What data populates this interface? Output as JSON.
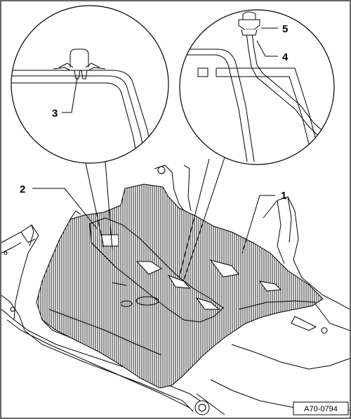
{
  "figure": {
    "id_label": "A70-0794"
  },
  "callouts": [
    {
      "number": "1"
    },
    {
      "number": "2"
    },
    {
      "number": "3"
    },
    {
      "number": "4"
    },
    {
      "number": "5"
    }
  ],
  "icons": {
    "detail_left": "clip-detail-icon",
    "detail_right": "line-retainer-detail-icon",
    "main": "vehicle-floor-insulation-mat-icon"
  },
  "colors": {
    "line": "#000000",
    "background": "#ffffff"
  }
}
